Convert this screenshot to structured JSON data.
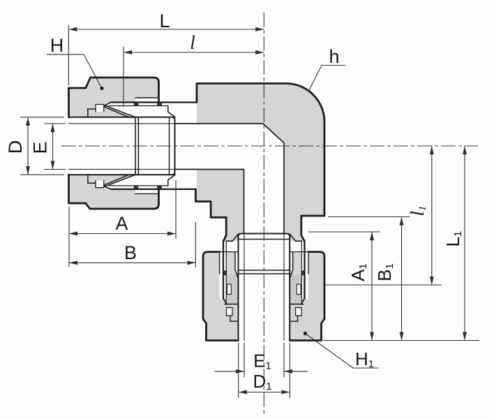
{
  "figure": {
    "type": "technical-diagram",
    "subject": "Cross-section drawing of a 90-degree union elbow compression tube fitting with dimension callouts"
  },
  "colors": {
    "background": "#fdfdfd",
    "metal_fill": "#d5d5d5",
    "ferrule_fill": "#c9c9c9",
    "outline": "#1c1c1c",
    "dimension_lines": "#2e2e2e",
    "text": "#161616"
  },
  "dimension_labels": {
    "L": {
      "text": "L"
    },
    "l": {
      "text": "l"
    },
    "H": {
      "text": "H"
    },
    "h": {
      "text": "h"
    },
    "D": {
      "text": "D"
    },
    "E": {
      "text": "E"
    },
    "A": {
      "text": "A"
    },
    "B": {
      "text": "B"
    },
    "A1": {
      "text": "A",
      "sub": "1"
    },
    "B1": {
      "text": "B",
      "sub": "1"
    },
    "l1": {
      "text": "l",
      "sub": "1"
    },
    "L1": {
      "text": "L",
      "sub": "1"
    },
    "E1": {
      "text": "E",
      "sub": "1"
    },
    "D1": {
      "text": "D",
      "sub": "1"
    },
    "H1": {
      "text": "H",
      "sub": "1"
    }
  }
}
